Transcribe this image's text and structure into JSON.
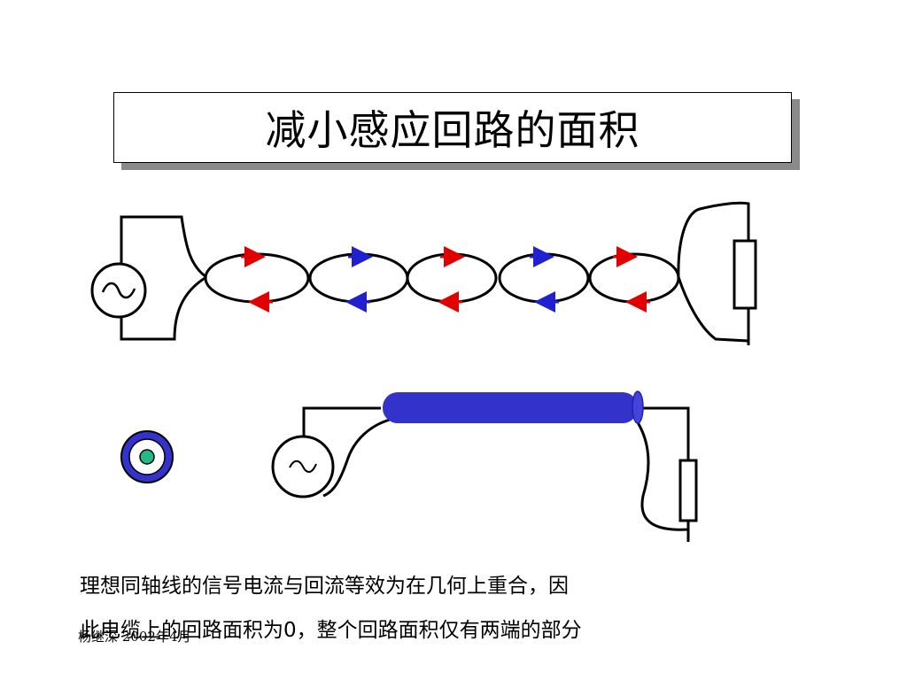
{
  "title": "减小感应回路的面积",
  "caption": {
    "line1": "理想同轴线的信号电流与回流等效为在几何上重合，因",
    "line2": "此电缆上的回路面积为0，整个回路面积仅有两端的部分"
  },
  "footer": "杨继深 2002年4月",
  "colors": {
    "arrow_red": "#e00000",
    "arrow_blue": "#2020d0",
    "coax_fill": "#3333cc",
    "coax_core": "#22bb88"
  },
  "icons": {
    "source_symbol": "~"
  }
}
